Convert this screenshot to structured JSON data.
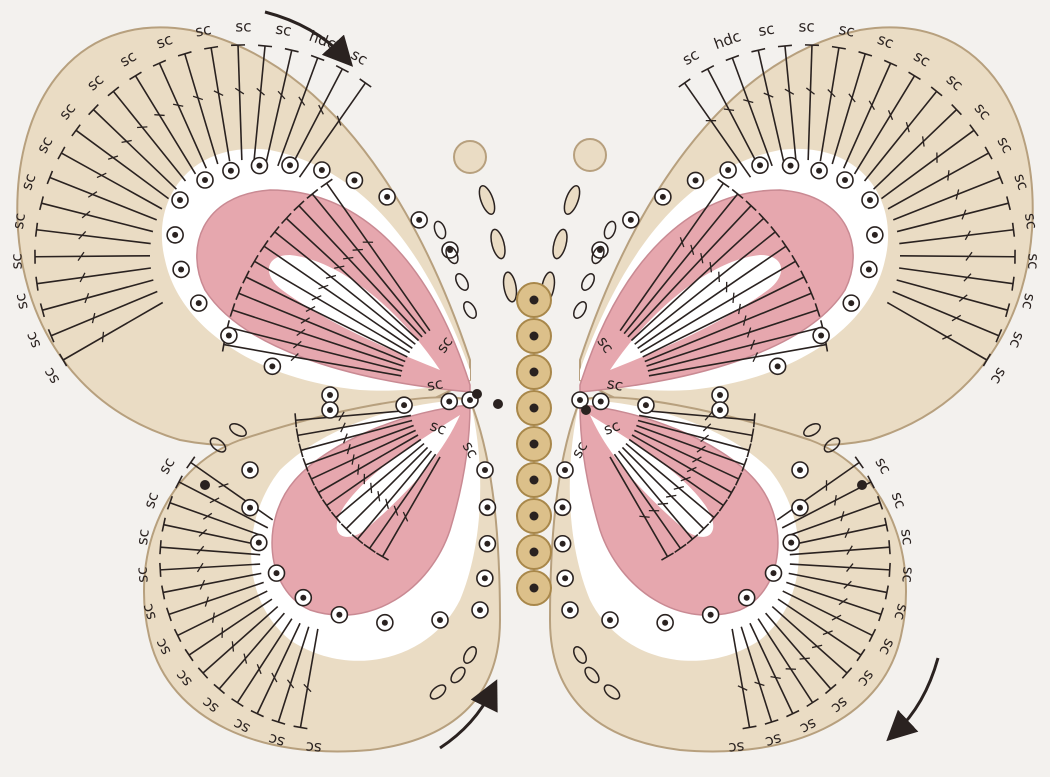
{
  "diagram": {
    "stitch_labels": {
      "sc": "sc",
      "hdc": "hdc"
    },
    "colors": {
      "background": "#f3f1ee",
      "wing_fill": "#eadcc4",
      "wing_border": "#b7a07e",
      "inner_fill": "#ffffff",
      "pink": "#e6a7ae",
      "ink": "#2a2220",
      "body_bead": "#dcc08a"
    },
    "arrows": [
      "top-left-arrow",
      "bottom-left-arrow",
      "bottom-right-arrow"
    ],
    "body_beads": 9
  }
}
